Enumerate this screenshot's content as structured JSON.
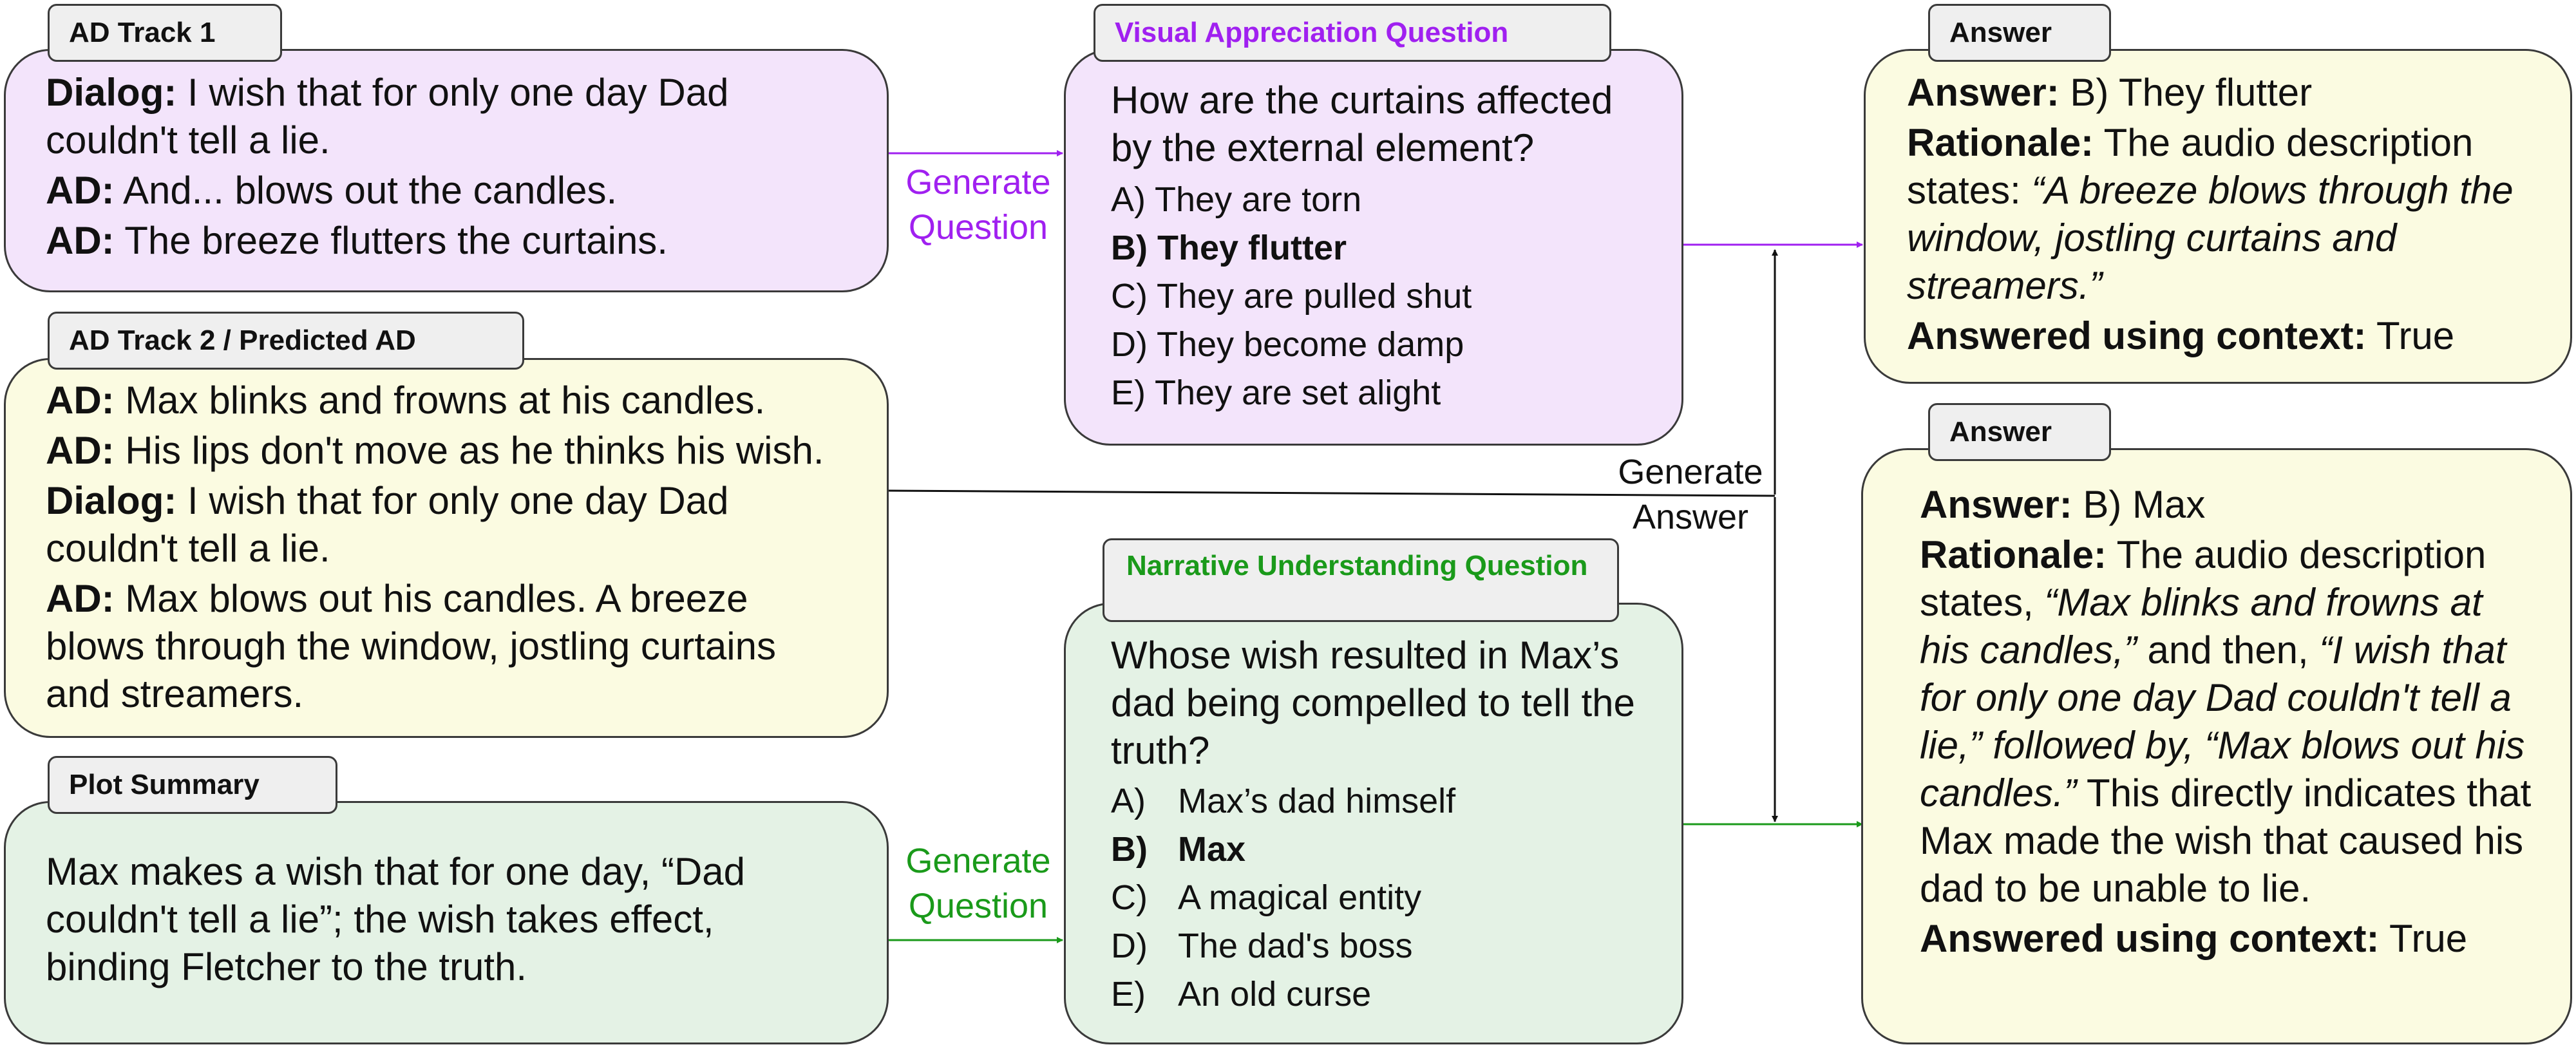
{
  "colors": {
    "purple_fill": "#f3e4fb",
    "yellow_fill": "#fbfbe1",
    "green_fill": "#e4f2e5",
    "purple_accent": "#a020f0",
    "green_accent": "#1a9a1a"
  },
  "ad_track1": {
    "title": "AD Track 1",
    "lines": [
      {
        "key": "Dialog:",
        "text": " I wish that for only one day Dad couldn't tell a lie."
      },
      {
        "key": "AD:",
        "text": " And... blows out the candles."
      },
      {
        "key": "AD:",
        "text": " The breeze flutters the curtains."
      }
    ]
  },
  "ad_track2": {
    "title": "AD Track 2 / Predicted AD",
    "lines": [
      {
        "key": "AD:",
        "text": " Max blinks and frowns at his candles."
      },
      {
        "key": "AD:",
        "text": " His lips don't move as he thinks his wish."
      },
      {
        "key": "Dialog:",
        "text": " I wish that for only one day Dad couldn't tell a lie."
      },
      {
        "key": "AD:",
        "text": " Max blows out his candles. A breeze blows through the window, jostling curtains and streamers."
      }
    ]
  },
  "plot_summary": {
    "title": "Plot Summary",
    "text": "Max makes a wish that for one day, “Dad couldn't tell a lie”; the wish takes effect, binding Fletcher to the truth."
  },
  "visual_question": {
    "title": "Visual Appreciation Question",
    "question": "How are the curtains affected by the external element?",
    "options": [
      "A) They are torn",
      "B) They flutter",
      "C) They are pulled shut",
      "D) They become damp",
      "E) They are set alight"
    ]
  },
  "narrative_question": {
    "title": "Narrative Understanding Question",
    "question": "Whose wish resulted in Max’s dad being compelled to tell the truth?",
    "options": [
      {
        "key": "A)",
        "text": "Max’s dad himself"
      },
      {
        "key": "B)",
        "text": "Max"
      },
      {
        "key": "C)",
        "text": "A magical entity"
      },
      {
        "key": "D)",
        "text": "The dad's boss"
      },
      {
        "key": "E)",
        "text": "An old curse"
      }
    ]
  },
  "answer1": {
    "title": "Answer",
    "answer_key": "Answer:",
    "answer_text": " B) They flutter",
    "rationale_key": "Rationale:",
    "rationale_text": " The audio description states: ",
    "rationale_quote": "“A breeze blows through the window, jostling curtains and streamers.”",
    "context_key": "Answered using context:",
    "context_value": " True"
  },
  "answer2": {
    "title": "Answer",
    "answer_key": "Answer:",
    "answer_text": " B) Max",
    "rationale_key": "Rationale:",
    "rationale_text": " The audio description states, ",
    "quote1": "“Max blinks and frowns at his candles,”",
    "mid1": " and then, ",
    "quote2": "“I wish that for only one day Dad couldn't tell a lie,” followed by, “Max blows out his candles.”",
    "rest": " This directly indicates that Max made the wish that caused his dad to be unable to lie.",
    "context_key": "Answered using context:",
    "context_value": " True"
  },
  "edge_labels": {
    "generate_question_1": "Generate Question",
    "generate_answer": "Generate Answer",
    "generate_question_2": "Generate Question"
  }
}
